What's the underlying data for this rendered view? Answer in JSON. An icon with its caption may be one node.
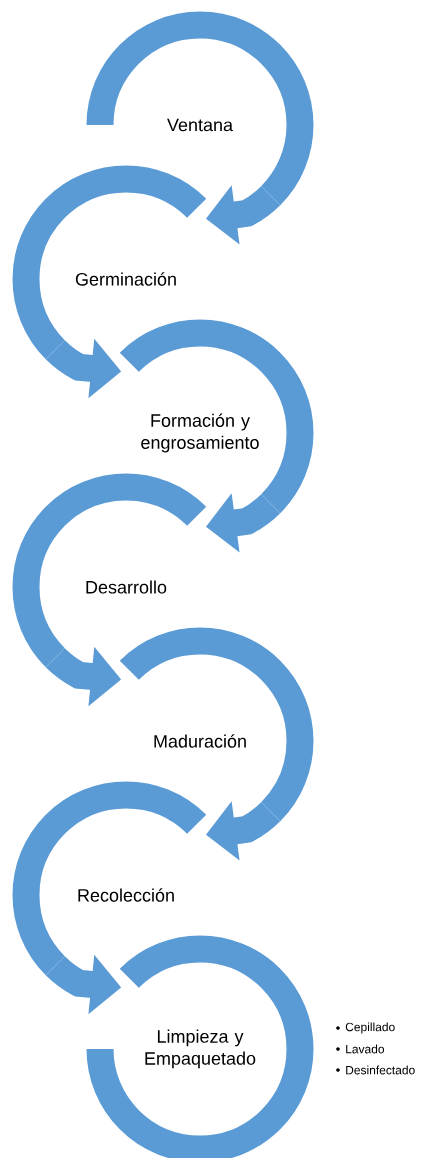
{
  "diagram": {
    "nodes": [
      {
        "text": [
          "Ventana"
        ]
      },
      {
        "text": [
          "Germinación"
        ]
      },
      {
        "text": [
          "Formación y engrosamiento"
        ]
      },
      {
        "text": [
          "Desarrollo"
        ]
      },
      {
        "text": [
          "Maduración"
        ]
      },
      {
        "text": [
          "Recolección"
        ]
      },
      {
        "text": [
          "Limpieza y Empaquetado"
        ],
        "beside": [
          "Cepillado",
          "Lavado",
          "Desinfectado"
        ]
      }
    ],
    "edges": [
      {
        "from": 0,
        "to": 1,
        "arrow": "to"
      },
      {
        "from": 1,
        "to": 2,
        "arrow": "to"
      },
      {
        "from": 2,
        "to": 3,
        "arrow": "to"
      },
      {
        "from": 3,
        "to": 4,
        "arrow": "to"
      },
      {
        "from": 4,
        "to": 5,
        "arrow": "to"
      },
      {
        "from": 5,
        "to": 6,
        "arrow": "to"
      }
    ]
  }
}
